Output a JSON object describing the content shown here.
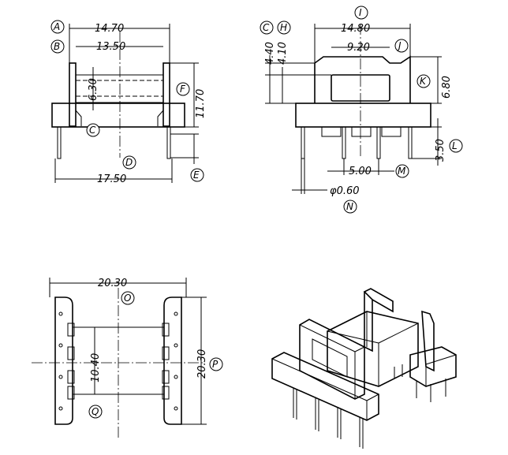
{
  "dimensions": {
    "top_width_outer": "14.70",
    "top_width_inner": "13.50",
    "inner_gap": "6.30",
    "flange_height": "11.70",
    "base_width": "17.50",
    "side_width": "14.80",
    "window_width": "9.20",
    "side_h1": "4.40",
    "side_h2": "4.10",
    "side_h3": "6.80",
    "pin_length": "3.50",
    "pin_pitch": "5.00",
    "pin_dia": "φ0.60",
    "bottom_width": "20.30",
    "bottom_height": "20.30",
    "bottom_inner": "10.40"
  },
  "labels": {
    "A": "A",
    "B": "B",
    "C": "C",
    "D": "D",
    "E": "E",
    "F": "F",
    "G": "C",
    "H": "H",
    "I": "I",
    "J": "J",
    "K": "K",
    "L": "L",
    "M": "M",
    "N": "N",
    "O": "O",
    "P": "P",
    "Q": "Q"
  }
}
